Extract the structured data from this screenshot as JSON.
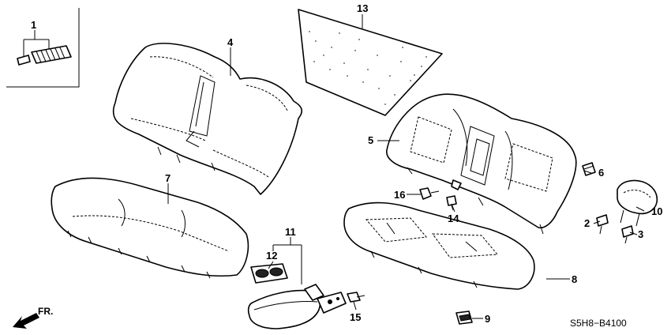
{
  "callouts": {
    "p1": "1",
    "p2": "2",
    "p3": "3",
    "p4": "4",
    "p5": "5",
    "p6": "6",
    "p7": "7",
    "p8": "8",
    "p9": "9",
    "p10": "10",
    "p11": "11",
    "p12": "12",
    "p13": "13",
    "p14": "14",
    "p15": "15",
    "p16": "16"
  },
  "direction_label": "FR.",
  "diagram_code": "S5H8−B4100",
  "colors": {
    "line": "#000000",
    "background": "#ffffff"
  }
}
